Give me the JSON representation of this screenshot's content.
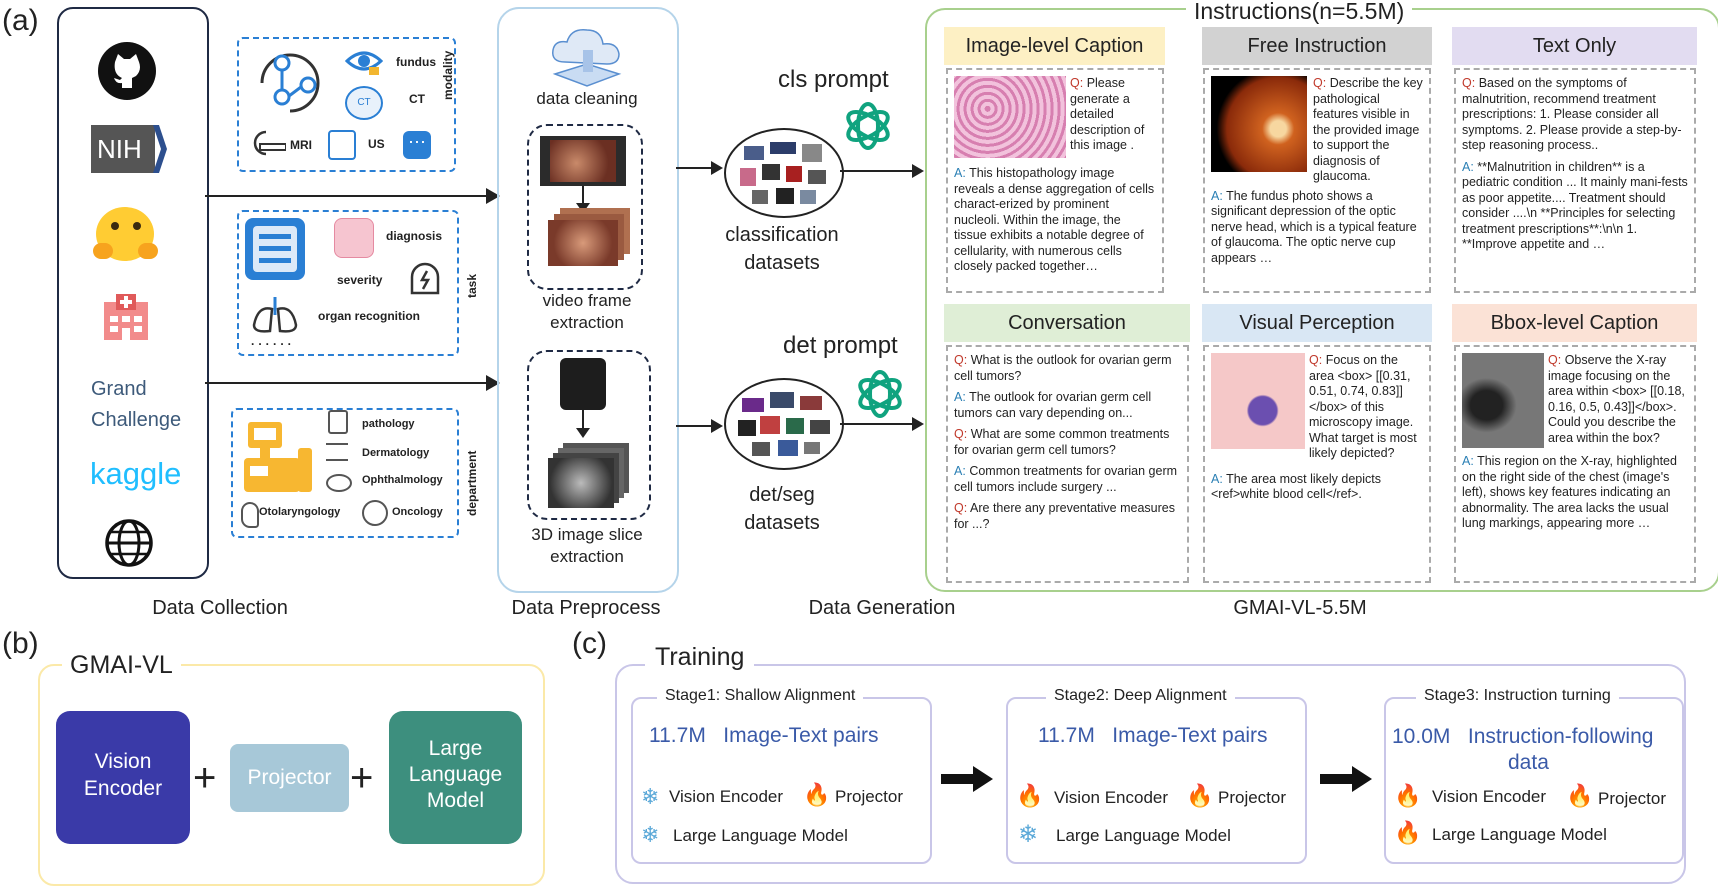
{
  "panels": {
    "a": "(a)",
    "b": "(b)",
    "c": "(c)"
  },
  "collection": {
    "grand": "Grand",
    "challenge": "Challenge",
    "kaggle": "kaggle",
    "nih": "NIH",
    "label": "Data Collection",
    "modality": {
      "vlabel": "modality",
      "fundus": "fundus",
      "ct": "CT",
      "ct_icon": "CT",
      "mri": "MRI",
      "us": "US"
    },
    "task": {
      "vlabel": "task",
      "diagnosis": "diagnosis",
      "severity": "severity",
      "organ": "organ  recognition",
      "dots": "......"
    },
    "department": {
      "vlabel": "department",
      "pathology": "pathology",
      "dermatology": "Dermatology",
      "ophthalmology": "Ophthalmology",
      "otolaryngology": "Otolaryngology",
      "oncology": "Oncology"
    }
  },
  "preprocess": {
    "cleaning": "data cleaning",
    "video1": "video frame",
    "video2": "extraction",
    "slice1": "3D image slice",
    "slice2": "extraction",
    "label": "Data Preprocess"
  },
  "generation": {
    "cls_prompt": "cls prompt",
    "det_prompt": "det prompt",
    "cls1": "classification",
    "cls2": "datasets",
    "det1": "det/seg",
    "det2": "datasets",
    "label": "Data Generation"
  },
  "dataset": {
    "title": "Instructions(n=5.5M)",
    "label": "GMAI-VL-5.5M",
    "cards": [
      {
        "head": "Image-level Caption",
        "color": "#fdf0c4",
        "q": "Please generate a detailed description of this image .",
        "a": "This histopathology image reveals a dense aggregation of cells charact-erized by prominent nucleoli. Within the image, the tissue exhibits a notable degree of cellularity, with numerous cells closely packed together…"
      },
      {
        "head": "Free Instruction",
        "color": "#d2d2d2",
        "q": "Describe the key pathological features visible in the provided image to support the diagnosis of glaucoma.",
        "a": "The fundus photo shows a significant depression of the optic nerve head, which is a typical feature of glaucoma. The optic nerve cup appears …"
      },
      {
        "head": "Text Only",
        "color": "#e2dcf1",
        "q": "Based on the symptoms of malnutrition, recommend treatment prescriptions: 1. Please consider all symptoms. 2. Please provide a step-by-step reasoning process..",
        "a": "**Malnutrition in children** is a pediatric condition ... It mainly mani-fests as poor appetite.... Treatment should consider ....\\n **Principles for selecting treatment prescriptions**:\\n\\n 1. **Improve appetite and …"
      },
      {
        "head": "Conversation",
        "color": "#dfeed6",
        "turns": [
          {
            "r": "Q",
            "t": "What is the outlook for ovarian germ cell tumors?"
          },
          {
            "r": "A",
            "t": "The outlook for ovarian germ cell tumors can vary depending on..."
          },
          {
            "r": "Q",
            "t": "What are some common treatments for ovarian germ cell tumors?"
          },
          {
            "r": "A",
            "t": "Common treatments for ovarian germ cell tumors include surgery ..."
          },
          {
            "r": "Q",
            "t": "Are there any preventative measures for ...?"
          }
        ]
      },
      {
        "head": "Visual Perception",
        "color": "#d9e7f4",
        "q": "Focus on the area <box> [[0.31, 0.51, 0.74, 0.83]] </box> of this microscopy image. What target is most likely depicted?",
        "a": "The area most likely depicts <ref>white blood cell</ref>."
      },
      {
        "head": "Bbox-level Caption",
        "color": "#fbe2d6",
        "q": "Observe the X-ray image focusing on the area within <box> [[0.18, 0.16, 0.5, 0.43]]</box>. Could you describe the area within the box?",
        "a": "This region on the X-ray, highlighted on the right side of the chest (image's left), shows key features indicating an abnormality. The area lacks the usual lung markings, appearing more …"
      }
    ],
    "qmark": "Q:",
    "amark": "A:",
    "amark_nospace": "A:"
  },
  "model": {
    "title": "GMAI-VL",
    "vision1": "Vision",
    "vision2": "Encoder",
    "projector": "Projector",
    "llm1": "Large",
    "llm2": "Language",
    "llm3": "Model",
    "plus": "+"
  },
  "training": {
    "title": "Training",
    "stages": [
      {
        "title": "Stage1: Shallow Alignment",
        "pairs": "11.7M   Image-Text pairs",
        "l1a": "Vision Encoder",
        "l1b": "Projector",
        "l2": "Large Language Model"
      },
      {
        "title": "Stage2: Deep Alignment",
        "pairs": "11.7M   Image-Text pairs",
        "l1a": "Vision Encoder",
        "l1b": "Projector",
        "l2": "Large Language Model"
      },
      {
        "title": "Stage3: Instruction turning",
        "pairs1": "10.0M   Instruction-following",
        "pairs2": "data",
        "l1a": "Vision Encoder",
        "l1b": "Projector",
        "l2": "Large Language Model"
      }
    ]
  },
  "colors": {
    "vision": "#3a3aa8",
    "projector": "#a7c8d8",
    "llm": "#3d8f7e",
    "gpt": "#10a37f",
    "blue": "#2a7fd4"
  }
}
